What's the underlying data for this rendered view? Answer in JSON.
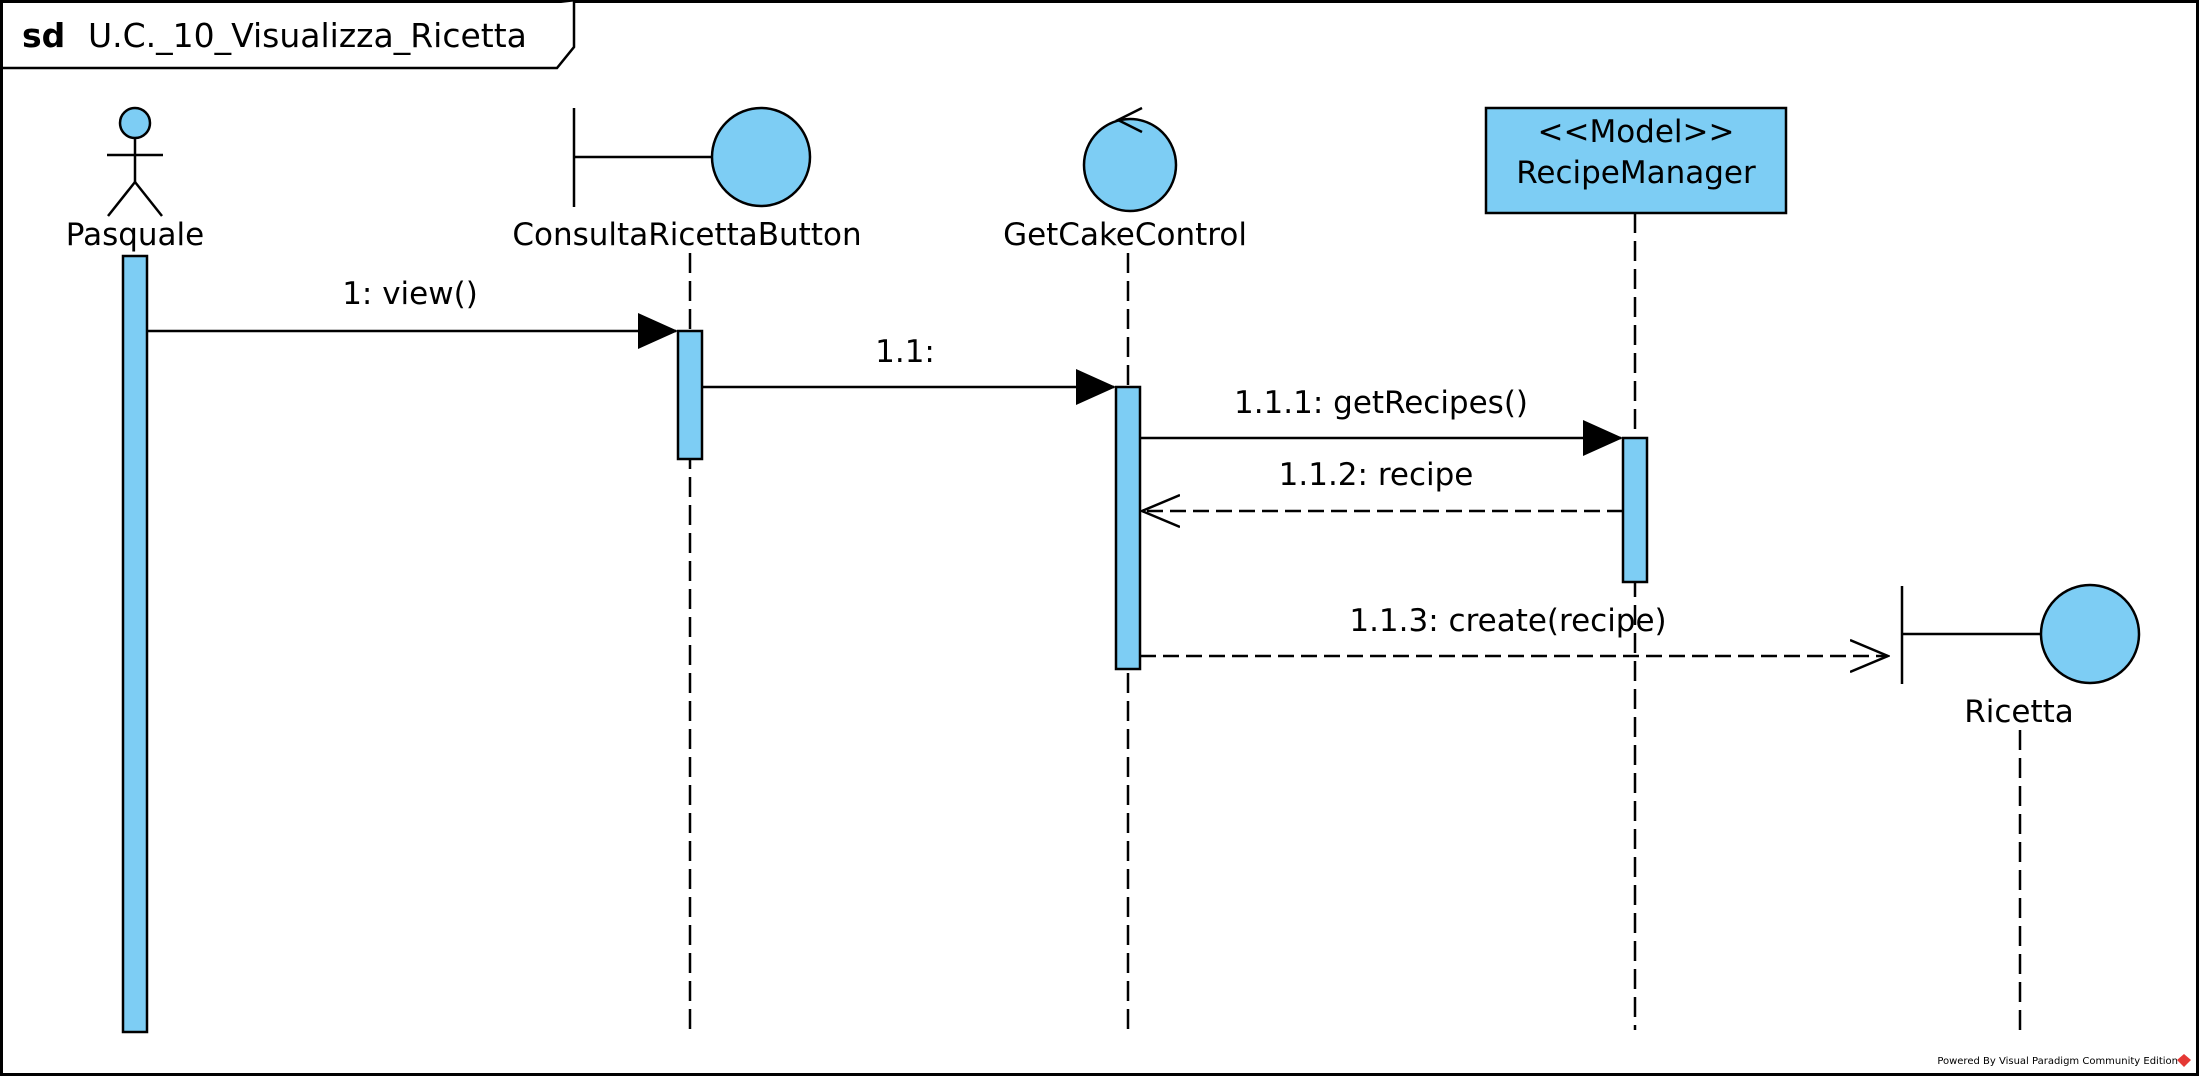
{
  "frame": {
    "keyword": "sd",
    "title": "U.C._10_Visualizza_Ricetta"
  },
  "participants": {
    "actor": {
      "name": "Pasquale",
      "kind": "actor"
    },
    "button": {
      "name": "ConsultaRicettaButton",
      "kind": "boundary"
    },
    "control": {
      "name": "GetCakeControl",
      "kind": "control"
    },
    "model": {
      "stereotype": "<<Model>>",
      "name": "RecipeManager",
      "kind": "entity"
    },
    "ricetta": {
      "name": "Ricetta",
      "kind": "boundary"
    }
  },
  "messages": {
    "m1": {
      "label": "1: view()",
      "type": "sync"
    },
    "m2": {
      "label": "1.1:",
      "type": "sync"
    },
    "m3": {
      "label": "1.1.1: getRecipes()",
      "type": "sync"
    },
    "m4": {
      "label": "1.1.2: recipe",
      "type": "return"
    },
    "m5": {
      "label": "1.1.3: create(recipe)",
      "type": "create"
    }
  },
  "footer": {
    "text": "Powered By Visual Paradigm Community Edition"
  },
  "colors": {
    "fill": "#7dcdf4",
    "stroke": "#000000",
    "background": "#ffffff"
  }
}
